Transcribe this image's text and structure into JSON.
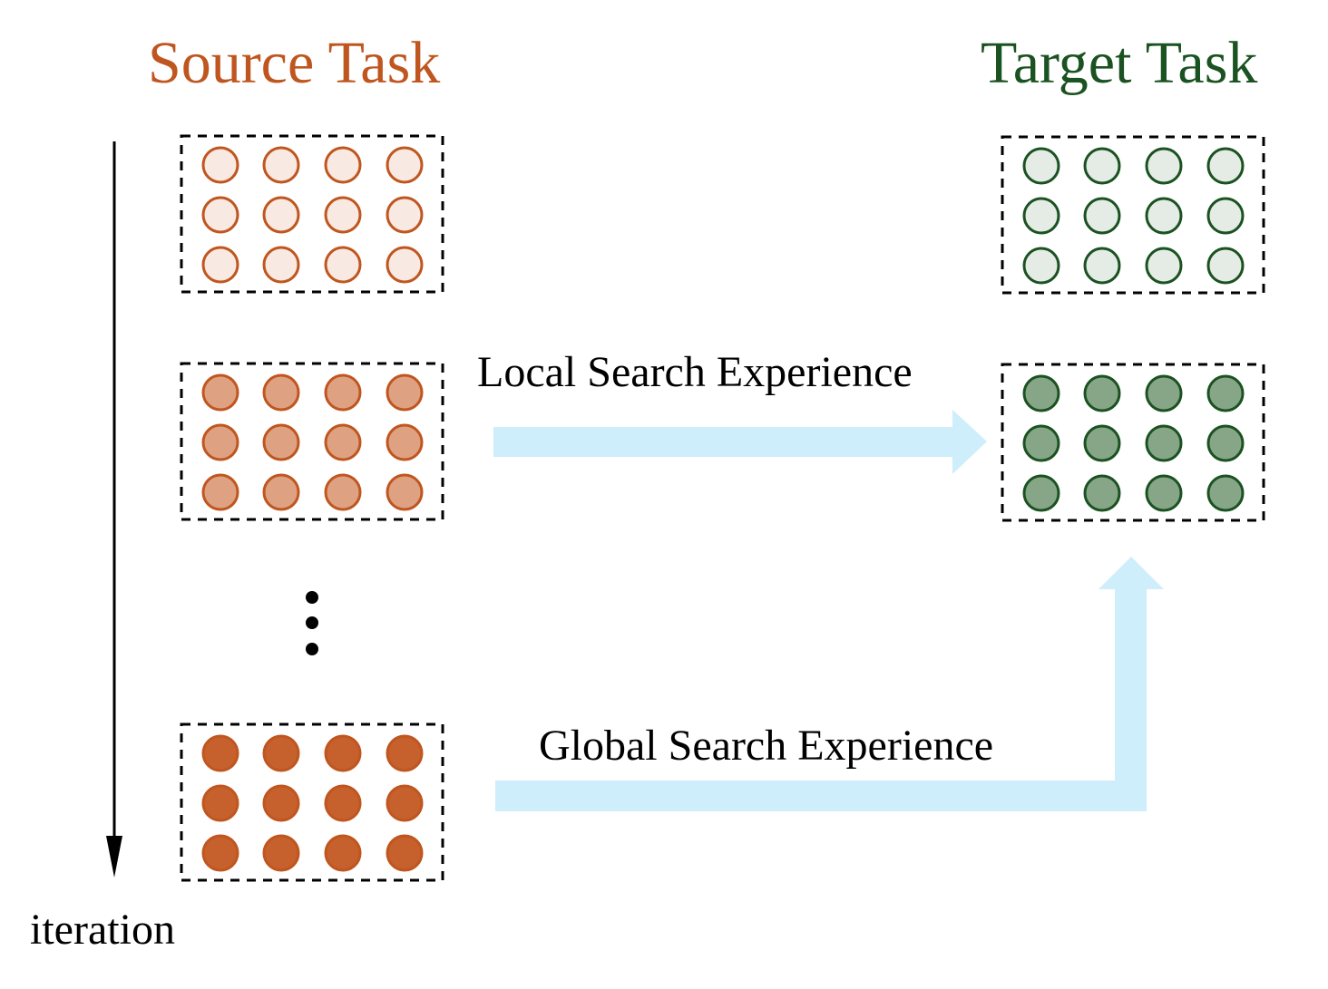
{
  "source_task": {
    "title": "Source Task",
    "title_color": "#c0561f",
    "stroke_color": "#c0561f",
    "grids": [
      {
        "name": "source-grid-initial",
        "fill": "#f8e9e2",
        "rows": 3,
        "cols": 4
      },
      {
        "name": "source-grid-middle",
        "fill": "#dea283",
        "rows": 3,
        "cols": 4
      },
      {
        "name": "source-grid-final",
        "fill": "#c6602d",
        "rows": 3,
        "cols": 4
      }
    ],
    "ellipsis": "⋮"
  },
  "target_task": {
    "title": "Target Task",
    "title_color": "#1b5221",
    "stroke_color": "#1b5221",
    "grids": [
      {
        "name": "target-grid-initial",
        "fill": "#e5ebe5",
        "rows": 3,
        "cols": 4
      },
      {
        "name": "target-grid-updated",
        "fill": "#87a688",
        "rows": 3,
        "cols": 4
      }
    ]
  },
  "arrows": {
    "color": "#cdeefa",
    "local": {
      "label": "Local Search Experience",
      "from": "source-grid-middle",
      "to": "target-grid-updated"
    },
    "global": {
      "label": "Global Search Experience",
      "from": "source-grid-final",
      "to": "target-grid-updated"
    }
  },
  "axis": {
    "label": "iteration",
    "direction": "down"
  }
}
